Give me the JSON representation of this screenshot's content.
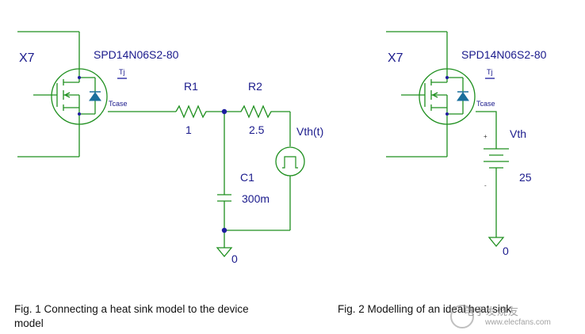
{
  "fig1": {
    "device_ref": "X7",
    "device_part": "SPD14N06S2-80",
    "pin_tj": "Tj",
    "pin_tcase": "Tcase",
    "r1_name": "R1",
    "r1_value": "1",
    "r2_name": "R2",
    "r2_value": "2.5",
    "source_name": "Vth(t)",
    "c1_name": "C1",
    "c1_value": "300m",
    "ground": "0",
    "caption_line1": "Fig. 1  Connecting a heat sink model to the device",
    "caption_line2": "model"
  },
  "fig2": {
    "device_ref": "X7",
    "device_part": "SPD14N06S2-80",
    "pin_tj": "Tj",
    "pin_tcase": "Tcase",
    "source_name": "Vth",
    "source_value": "25",
    "plus": "+",
    "minus": "-",
    "ground": "0",
    "caption": "Fig. 2  Modelling of an ideal heat sink"
  },
  "watermark": {
    "text": "电子发烧友",
    "url": "www.elecfans.com"
  },
  "colors": {
    "wire": "#1e8f1e",
    "component": "#1e8f1e",
    "node": "#1d1d9e",
    "diode": "#1a6f9c",
    "label": "#1a1a8c"
  }
}
